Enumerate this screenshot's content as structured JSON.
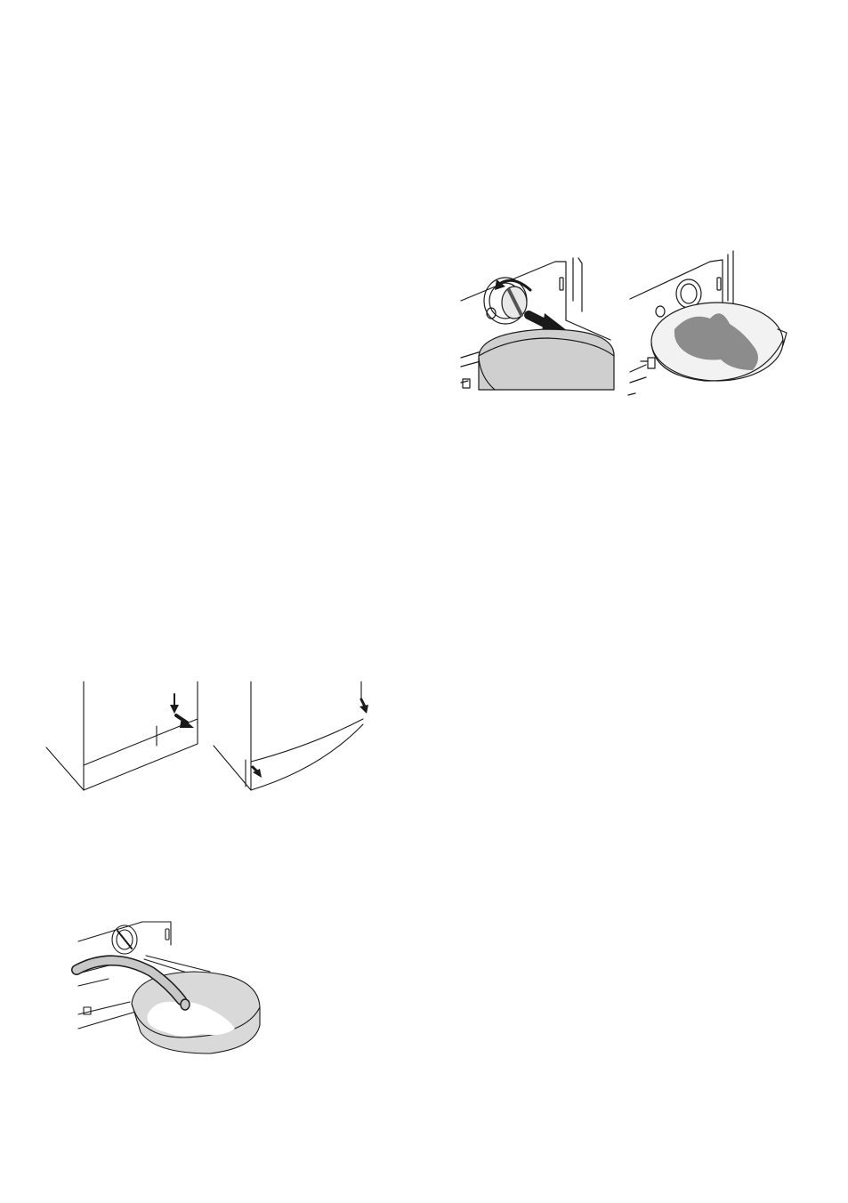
{
  "page": {
    "background": "#ffffff",
    "line_color": "#1a1a1a",
    "water_light": "#cfcfcf",
    "water_dark": "#8c8c8c"
  },
  "figures": [
    {
      "id": "filter-open",
      "icon": "unscrew-filter-arrow-icon"
    },
    {
      "id": "filter-drain",
      "icon": "drain-water-basin-icon"
    },
    {
      "id": "panel-a",
      "icon": "push-release-panel-arrow-icon"
    },
    {
      "id": "panel-b",
      "icon": "remove-panel-arrow-icon"
    },
    {
      "id": "hose",
      "icon": "emergency-drain-hose-icon"
    }
  ]
}
